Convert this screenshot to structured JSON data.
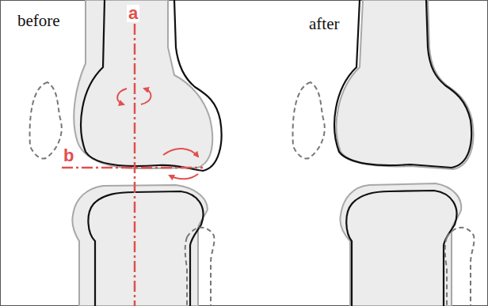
{
  "diagram": {
    "labels": [
      "before",
      "a",
      "b",
      "after"
    ]
  }
}
